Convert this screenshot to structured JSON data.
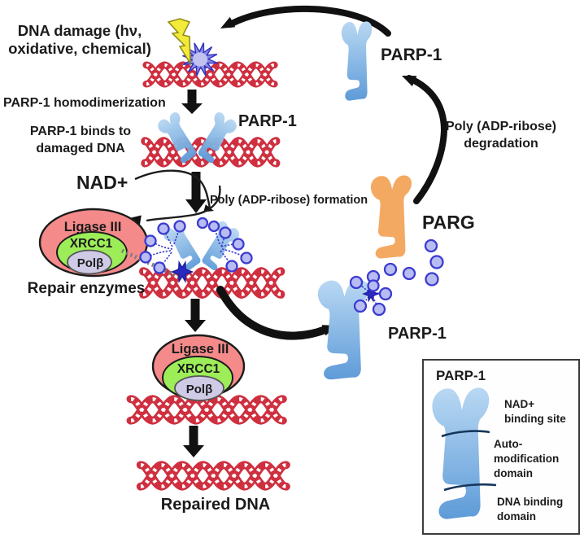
{
  "figure": {
    "description": "PARP-1 mediated DNA damage repair cycle diagram"
  },
  "labels": {
    "dna_damage_l1": "DNA damage (hν,",
    "dna_damage_l2": "oxidative, chemical)",
    "homodimerization": "PARP-1 homodimerization",
    "binds_l1": "PARP-1 binds to",
    "binds_l2": "damaged DNA",
    "parp1": "PARP-1",
    "nad": "NAD+",
    "par_formation": "Poly (ADP-ribose) formation",
    "degradation_l1": "Poly (ADP-ribose)",
    "degradation_l2": "degradation",
    "parg": "PARG",
    "repair_enzymes": "Repair enzymes",
    "repaired_dna": "Repaired DNA"
  },
  "repair_complex": {
    "outer": "Ligase III",
    "middle": "XRCC1",
    "inner": "Polβ"
  },
  "legend": {
    "title": "PARP-1",
    "nad_l1": "NAD+",
    "nad_l2": "binding site",
    "auto_l1": "Auto-",
    "auto_l2": "modification",
    "auto_l3": "domain",
    "dna_l1": "DNA binding",
    "dna_l2": "domain"
  },
  "colors": {
    "dna_red": "#cf2f3f",
    "parp_blue_light": "#b9d8f3",
    "parp_blue_dark": "#5e9bd8",
    "parg_orange": "#f4a962",
    "par_circle_fill": "#b7bcf2",
    "par_circle_stroke": "#3b3bd1",
    "damage_purple": "#8c8ce4",
    "oval_pink": "#f58a8a",
    "oval_green": "#9ded58",
    "oval_lavender": "#cfcae6",
    "legend_red": "#e01b24",
    "lightning_yellow": "#f3ea3a",
    "arrow_black": "#111111"
  }
}
